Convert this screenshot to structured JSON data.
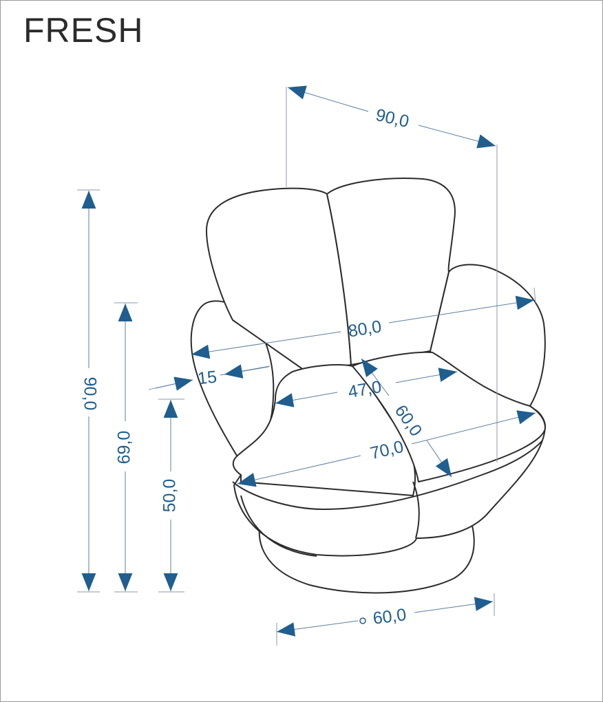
{
  "title": "FRESH",
  "colors": {
    "dimension": "#1f5e8f",
    "outline": "#2b2b2b",
    "background": "#ffffff"
  },
  "dimensions": {
    "width_top": "90,0",
    "height_total": "90,0",
    "height_armrest": "69,0",
    "height_seat": "50,0",
    "width_inner": "80,0",
    "armrest_width": "15",
    "seat_width": "47,0",
    "seat_depth": "60,0",
    "seat_front_width": "70,0",
    "base_diameter": "60,0"
  }
}
